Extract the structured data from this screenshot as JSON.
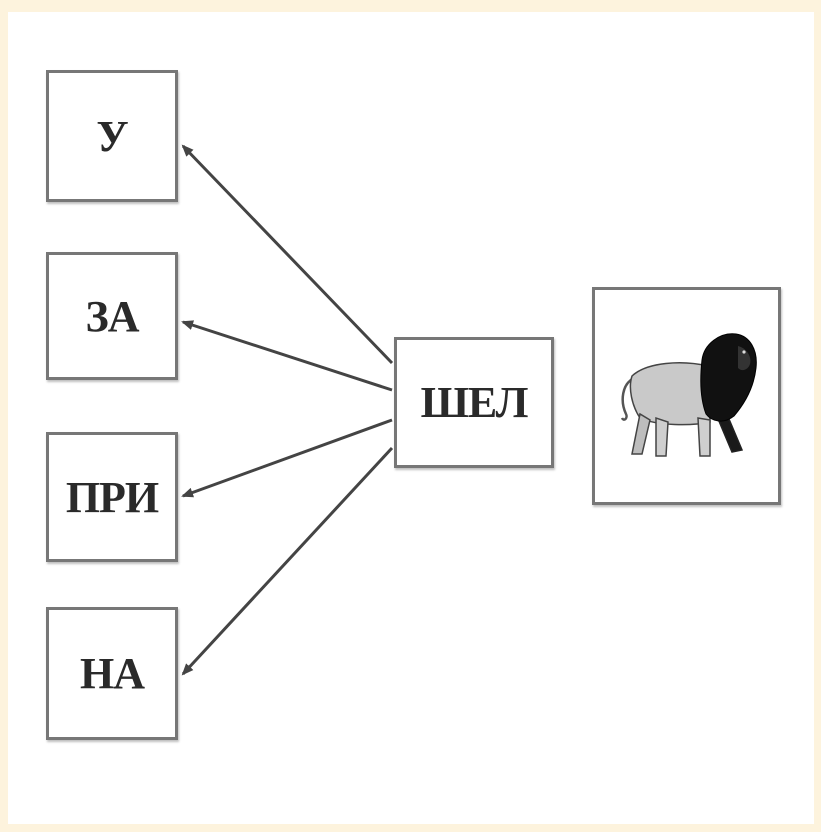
{
  "prefixes": [
    {
      "label": "У"
    },
    {
      "label": "ЗА"
    },
    {
      "label": "ПРИ"
    },
    {
      "label": "НА"
    }
  ],
  "root": {
    "label": "ШЕЛ"
  },
  "picture": {
    "icon": "lion-icon",
    "description": ""
  },
  "colors": {
    "background": "#fdf3dd",
    "box_border": "#777777",
    "arrow": "#444444",
    "lion_body": "#c9c9c9",
    "lion_mane": "#111111"
  }
}
